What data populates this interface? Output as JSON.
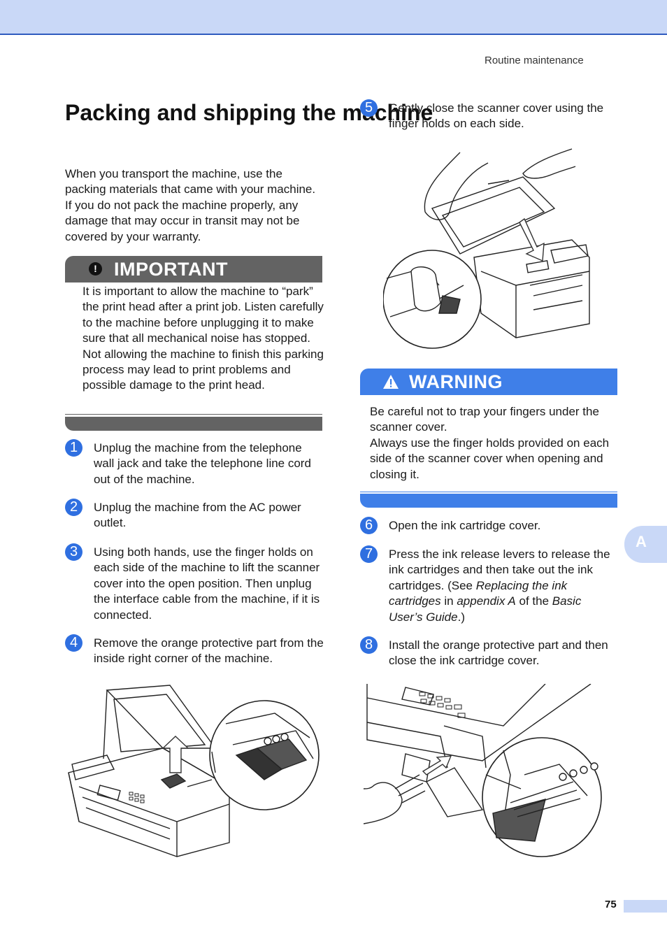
{
  "header": {
    "section": "Routine maintenance"
  },
  "title": "Packing and shipping the machine",
  "intro": "When you transport the machine, use the packing materials that came with your machine. If you do not pack the machine properly, any damage that may occur in transit may not be covered by your warranty.",
  "important": {
    "icon": "!",
    "title": "IMPORTANT",
    "text": "It is important to allow the machine to “park” the print head after a print job. Listen carefully to the machine before unplugging it to make sure that all mechanical noise has stopped. Not allowing the machine to finish this parking process may lead to print problems and possible damage to the print head."
  },
  "steps": [
    {
      "num": "1",
      "text": "Unplug the machine from the telephone wall jack and take the telephone line cord out of the machine."
    },
    {
      "num": "2",
      "text": "Unplug the machine from the AC power outlet."
    },
    {
      "num": "3",
      "text": "Using both hands, use the finger holds on each side of the machine to lift the scanner cover into the open position. Then unplug the interface cable from the machine, if it is connected."
    },
    {
      "num": "4",
      "text": "Remove the orange protective part from the inside right corner of the machine."
    },
    {
      "num": "5",
      "text": "Gently close the scanner cover using the finger holds on each side."
    },
    {
      "num": "6",
      "text": "Open the ink cartridge cover."
    },
    {
      "num": "7",
      "text_a": "Press the ink release levers to release the ink cartridges and then take out the ink cartridges. (See ",
      "link1": "Replacing the ink cartridges",
      "text_b": " in ",
      "link2": "appendix A",
      "text_c": " of the ",
      "link3": "Basic User’s Guide",
      "text_d": ".)"
    },
    {
      "num": "8",
      "text": "Install the orange protective part and then close the ink cartridge cover."
    }
  ],
  "warning": {
    "title": "WARNING",
    "line1": "Be careful not to trap your fingers under the scanner cover.",
    "line2": "Always use the finger holds provided on each side of the scanner cover when opening and closing it."
  },
  "side_tab": "A",
  "page_number": "75",
  "colors": {
    "accent": "#2f6fe0",
    "header_bar": "#c9d8f7",
    "important": "#636363",
    "warning": "#3f7fe8"
  }
}
